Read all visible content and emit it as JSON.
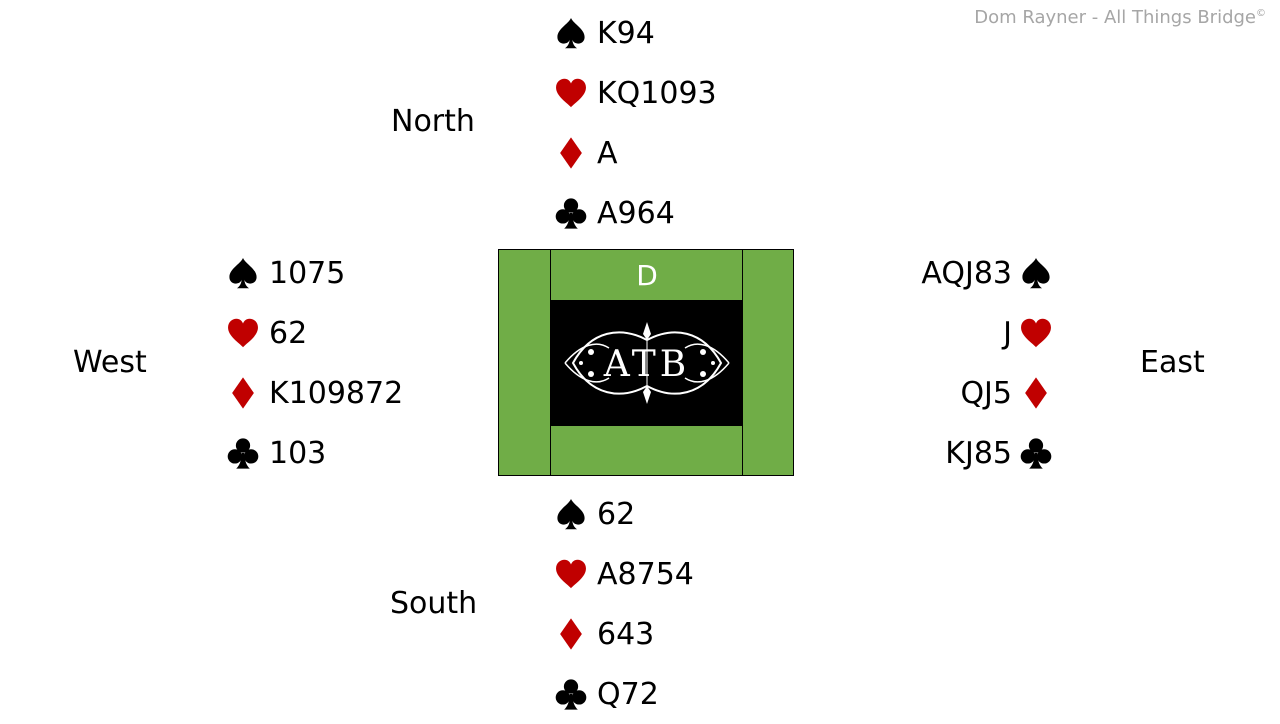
{
  "credit": {
    "text": "Dom Rayner  - All Things Bridge",
    "symbol": "©"
  },
  "seats": {
    "north": "North",
    "south": "South",
    "east": "East",
    "west": "West"
  },
  "dealer": "D",
  "logo": {
    "text": "ATB"
  },
  "colors": {
    "black_suit": "#000000",
    "red_suit": "#c00000",
    "table": "#70ad47"
  },
  "hands": {
    "north": {
      "spades": "K94",
      "hearts": "KQ1093",
      "diamonds": "A",
      "clubs": "A964"
    },
    "west": {
      "spades": "1075",
      "hearts": "62",
      "diamonds": "K109872",
      "clubs": "103"
    },
    "east": {
      "spades": "AQJ83",
      "hearts": "J",
      "diamonds": "QJ5",
      "clubs": "KJ85"
    },
    "south": {
      "spades": "62",
      "hearts": "A8754",
      "diamonds": "643",
      "clubs": "Q72"
    }
  }
}
